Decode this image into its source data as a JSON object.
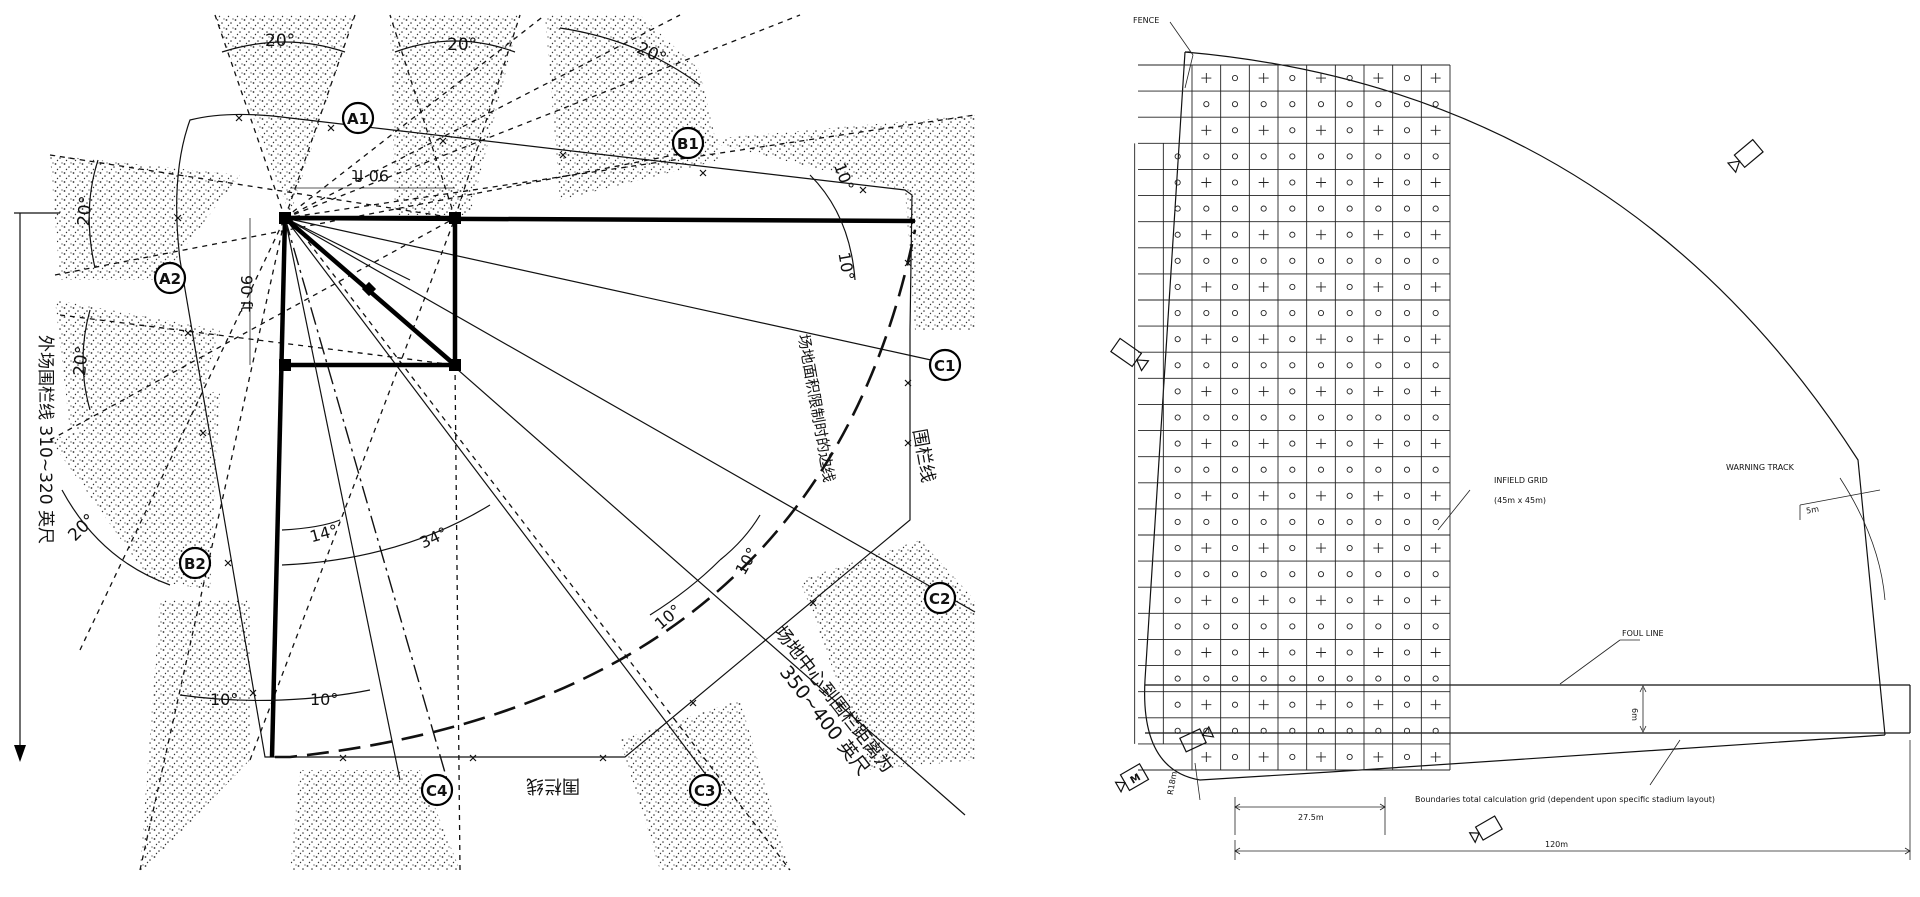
{
  "left_diagram": {
    "angle_labels": {
      "top_left": "20°",
      "top_middle": "20°",
      "top_right": "20°",
      "left_upper": "20°",
      "left_middle": "20°",
      "left_lower": "20°",
      "right_upper_1": "10°",
      "right_upper_2": "10°",
      "right_mid_1": "10°",
      "right_mid_2": "10°",
      "bottom_1": "14°",
      "bottom_2": "34°",
      "bottom_3": "10°",
      "bottom_4": "10°"
    },
    "dimension_labels": {
      "base_top": "90 ft",
      "base_side": "90 ft"
    },
    "markers": {
      "a1": "A1",
      "a2": "A2",
      "b1": "B1",
      "b2": "B2",
      "c1": "C1",
      "c2": "C2",
      "c3": "C3",
      "c4": "C4"
    },
    "text_labels": {
      "outfield_fence_distance": "外场围栏线 310~320 英尺",
      "field_limit_line": "场地面积限制时的边线",
      "fence_line_right": "围栏线",
      "fence_line_bottom": "围栏线",
      "center_to_fence": "场地中心到围栏距离为",
      "center_distance_value": "350~400 英尺"
    }
  },
  "right_diagram": {
    "labels": {
      "fence": "FENCE",
      "infield_grid": "INFIELD GRID",
      "infield_grid_size": "(45m x 45m)",
      "warning_track": "WARNING TRACK",
      "track_width": "5m",
      "foul_line": "FOUL LINE",
      "foul_offset": "6m",
      "corner_radius": "R18m",
      "boundary_note": "Boundaries total calculation grid (dependent upon specific stadium layout)",
      "dim_small": "27.5m",
      "dim_total": "120m",
      "camera_marker": "M"
    },
    "grid": {
      "columns": 9,
      "rows": 27
    }
  },
  "colors": {
    "ink": "#111111",
    "background": "#ffffff",
    "stipple": "#333333"
  }
}
